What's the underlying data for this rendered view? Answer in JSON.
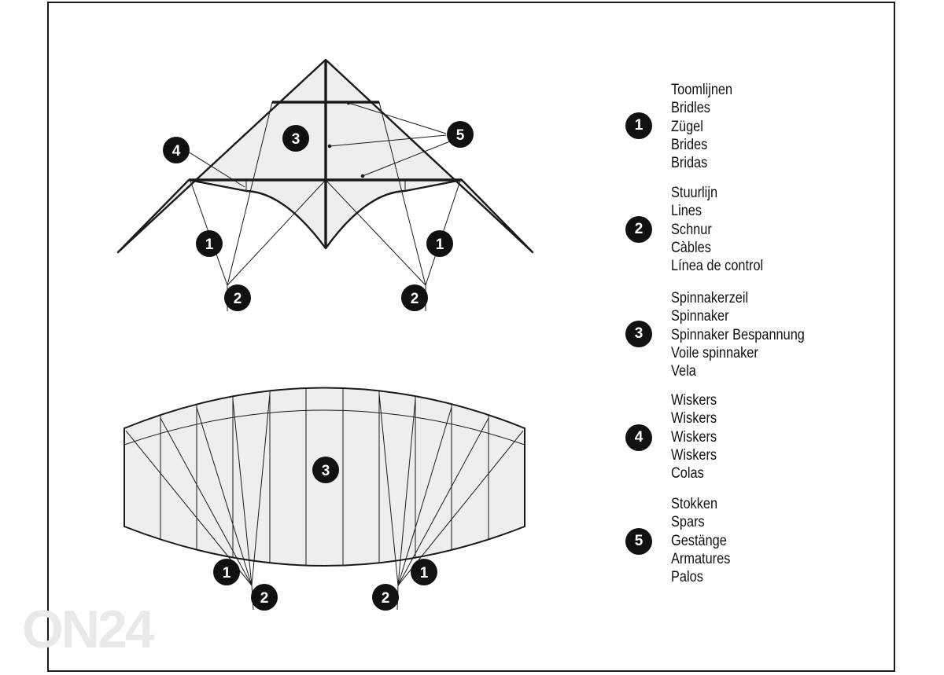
{
  "watermark": "ON24",
  "colors": {
    "fabric": "#eeeeee",
    "outline": "#1a1a1a",
    "badge": "#111111"
  },
  "legend": [
    {
      "number": "1",
      "terms": [
        "Toomlijnen",
        "Bridles",
        "Zügel",
        "Brides",
        "Bridas"
      ]
    },
    {
      "number": "2",
      "terms": [
        "Stuurlijn",
        "Lines",
        "Schnur",
        "Càbles",
        "Línea de control"
      ]
    },
    {
      "number": "3",
      "terms": [
        "Spinnakerzeil",
        "Spinnaker",
        "Spinnaker Bespannung",
        "Voile spinnaker",
        "Vela"
      ]
    },
    {
      "number": "4",
      "terms": [
        "Wiskers",
        "Wiskers",
        "Wiskers",
        "Wiskers",
        "Colas"
      ]
    },
    {
      "number": "5",
      "terms": [
        "Stokken",
        "Spars",
        "Gestänge",
        "Armatures",
        "Palos"
      ]
    }
  ],
  "delta_kite": {
    "callouts": [
      {
        "id": "sail",
        "label": "3"
      },
      {
        "id": "whisker",
        "label": "4"
      },
      {
        "id": "spars",
        "label": "5"
      },
      {
        "id": "bridle-left",
        "label": "1"
      },
      {
        "id": "bridle-right",
        "label": "1"
      },
      {
        "id": "line-left",
        "label": "2"
      },
      {
        "id": "line-right",
        "label": "2"
      }
    ]
  },
  "foil_kite": {
    "callouts": [
      {
        "id": "sail",
        "label": "3"
      },
      {
        "id": "bridle-left",
        "label": "1"
      },
      {
        "id": "bridle-right",
        "label": "1"
      },
      {
        "id": "line-left",
        "label": "2"
      },
      {
        "id": "line-right",
        "label": "2"
      }
    ]
  }
}
